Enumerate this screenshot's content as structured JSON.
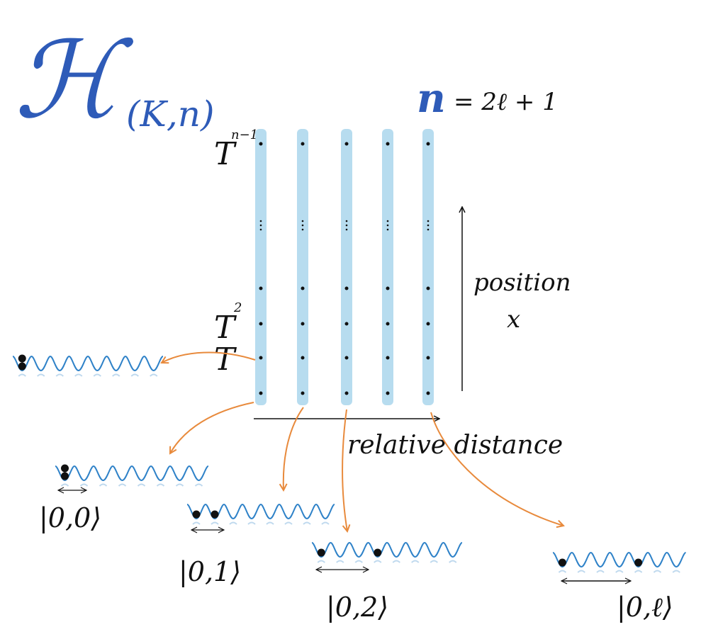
{
  "title": {
    "symbol": "ℋ",
    "subscript": "(K,n)"
  },
  "equation": {
    "lhs": "n",
    "rhs": "= 2ℓ + 1"
  },
  "row_labels": {
    "top": "T",
    "top_sup": "n−1",
    "second": "T",
    "second_sup": "2",
    "first": "T"
  },
  "axes": {
    "vertical": {
      "line1": "position",
      "line2": "x"
    },
    "horizontal": "relative distance"
  },
  "states": [
    "|0,0⟩",
    "|0,1⟩",
    "|0,2⟩",
    "|0,ℓ⟩"
  ],
  "colors": {
    "column": "#b7dcef",
    "title": "#2e5bb8",
    "wave": "#2f82c8",
    "arrow": "#e88a3c",
    "ink": "#111111"
  }
}
